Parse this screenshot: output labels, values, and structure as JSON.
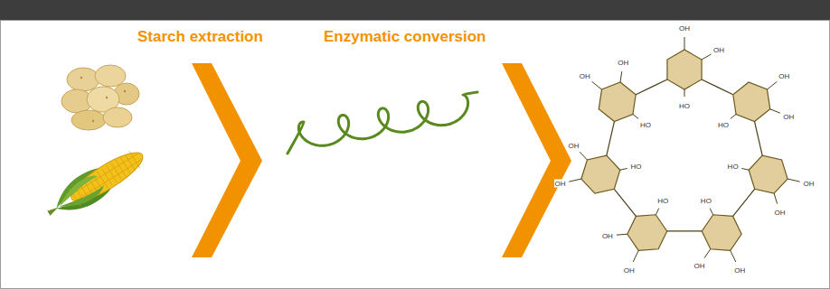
{
  "diagram": {
    "labels": [
      "Starch extraction",
      "Enzymatic conversion",
      "OH",
      "OH",
      "HO",
      "OH",
      "OH",
      "HO",
      "OH",
      "OH",
      "HO",
      "OH",
      "OH",
      "HO",
      "OH",
      "OH",
      "HO",
      "OH",
      "OH",
      "HO",
      "OH",
      "OH",
      "HO"
    ]
  }
}
